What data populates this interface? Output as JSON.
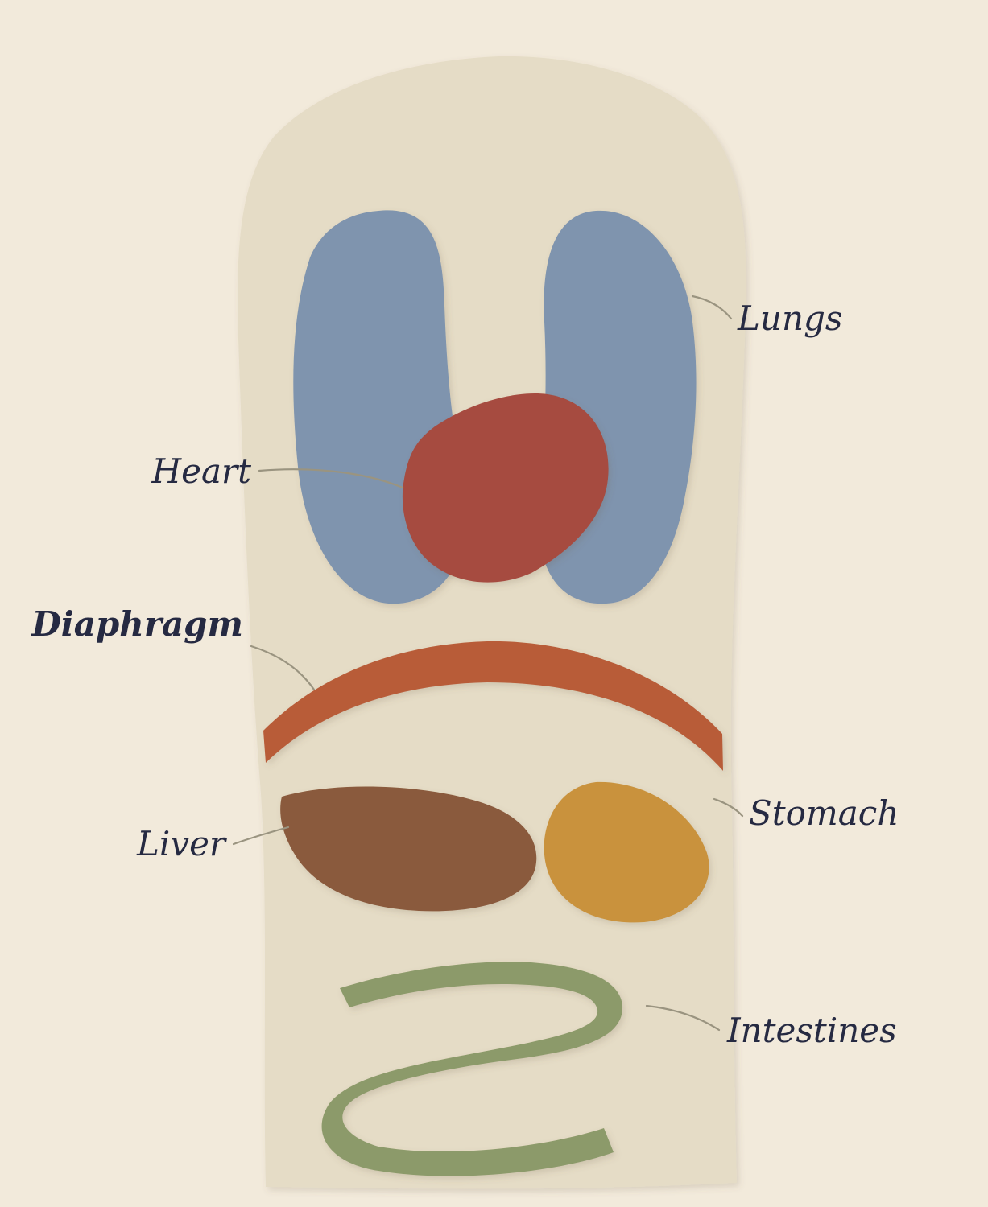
{
  "labels": {
    "lungs": "Lungs",
    "heart": "Heart",
    "diaphragm": "Diaphragm",
    "liver": "Liver",
    "stomach": "Stomach",
    "intestines": "Intestines"
  },
  "colors": {
    "background": "#f2eadb",
    "body": "#e5dcc6",
    "lungs": "#7f94ae",
    "heart": "#a64c40",
    "diaphragm": "#b85c38",
    "liver": "#8a5a3c",
    "stomach": "#c9923c",
    "intestines": "#8c9a6a",
    "text": "#262a42",
    "leader": "#9a9480"
  },
  "emphasis": "diaphragm"
}
